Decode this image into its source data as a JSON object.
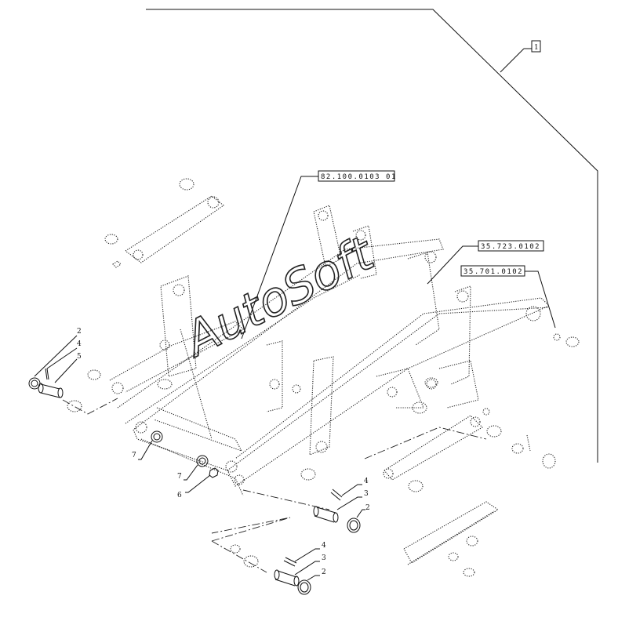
{
  "callouts": {
    "assembly_ref": "1",
    "ref_a": "82.100.0103 01",
    "ref_b": "35.723.0102",
    "ref_c": "35.701.0102"
  },
  "item_numbers": {
    "left_2": "2",
    "left_4": "4",
    "left_5": "5",
    "left_7": "7",
    "mid_7": "7",
    "mid_6": "6",
    "right_4": "4",
    "right_3": "3",
    "right_2": "2",
    "bottom_4": "4",
    "bottom_3": "3",
    "bottom_2": "2"
  },
  "watermark": "AutoSoft"
}
